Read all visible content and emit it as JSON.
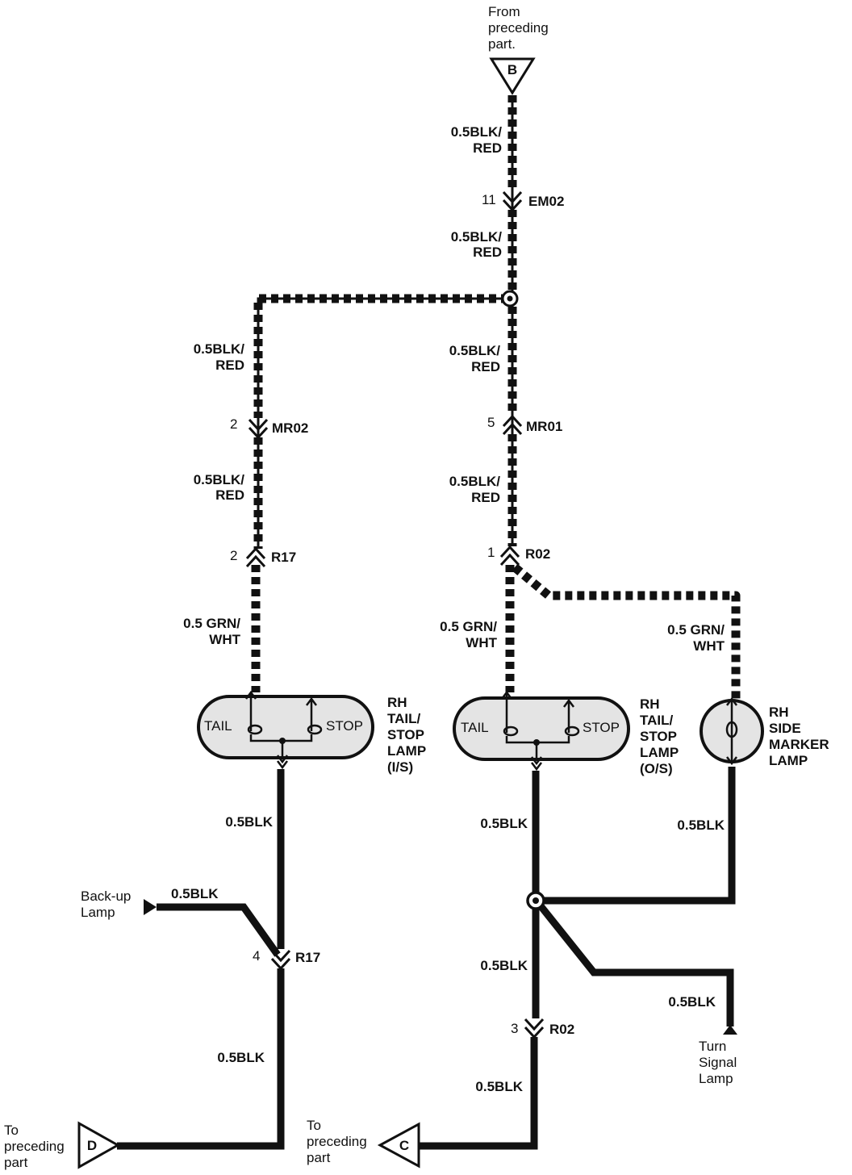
{
  "page": {
    "background": "#ffffff",
    "ink": "#111111"
  },
  "terminals": {
    "b": {
      "letter": "B",
      "note_line1": "From",
      "note_line2": "preceding",
      "note_line3": "part."
    },
    "d": {
      "letter": "D",
      "note_line1": "To",
      "note_line2": "preceding",
      "note_line3": "part"
    },
    "c": {
      "letter": "C",
      "note_line1": "To",
      "note_line2": "preceding",
      "note_line3": "part"
    }
  },
  "wire_labels": {
    "main1": [
      "0.5BLK/",
      "RED"
    ],
    "main2": [
      "0.5BLK/",
      "RED"
    ],
    "main3": [
      "0.5BLK/",
      "RED"
    ],
    "main4": [
      "0.5BLK/",
      "RED"
    ],
    "left1": [
      "0.5BLK/",
      "RED"
    ],
    "left2": [
      "0.5BLK/",
      "RED"
    ],
    "left_grn": [
      "0.5 GRN/",
      "WHT"
    ],
    "mid_grn": [
      "0.5 GRN/",
      "WHT"
    ],
    "right_grn": [
      "0.5 GRN/",
      "WHT"
    ],
    "left_blk1": "0.5BLK",
    "backup_blk": "0.5BLK",
    "left_blk2": "0.5BLK",
    "mid_blk1": "0.5BLK",
    "right_blk": "0.5BLK",
    "mid_blk2": "0.5BLK",
    "turn_blk": "0.5BLK",
    "mid_blk3": "0.5BLK"
  },
  "connectors": {
    "em02": {
      "pin": "11",
      "name": "EM02"
    },
    "mr02": {
      "pin": "2",
      "name": "MR02"
    },
    "mr01": {
      "pin": "5",
      "name": "MR01"
    },
    "r17_top": {
      "pin": "2",
      "name": "R17"
    },
    "r02_top": {
      "pin": "1",
      "name": "R02"
    },
    "r17_bot": {
      "pin": "4",
      "name": "R17"
    },
    "r02_bot": {
      "pin": "3",
      "name": "R02"
    }
  },
  "lamps": {
    "is_lamp": {
      "tail": "TAIL",
      "stop": "STOP",
      "name": [
        "RH",
        "TAIL/",
        "STOP",
        "LAMP",
        "(I/S)"
      ]
    },
    "os_lamp": {
      "tail": "TAIL",
      "stop": "STOP",
      "name": [
        "RH",
        "TAIL/",
        "STOP",
        "LAMP",
        "(O/S)"
      ]
    },
    "side_marker": {
      "name": [
        "RH",
        "SIDE",
        "MARKER",
        "LAMP"
      ]
    }
  },
  "external": {
    "backup": [
      "Back-up",
      "Lamp"
    ],
    "turn": [
      "Turn",
      "Signal",
      "Lamp"
    ]
  }
}
